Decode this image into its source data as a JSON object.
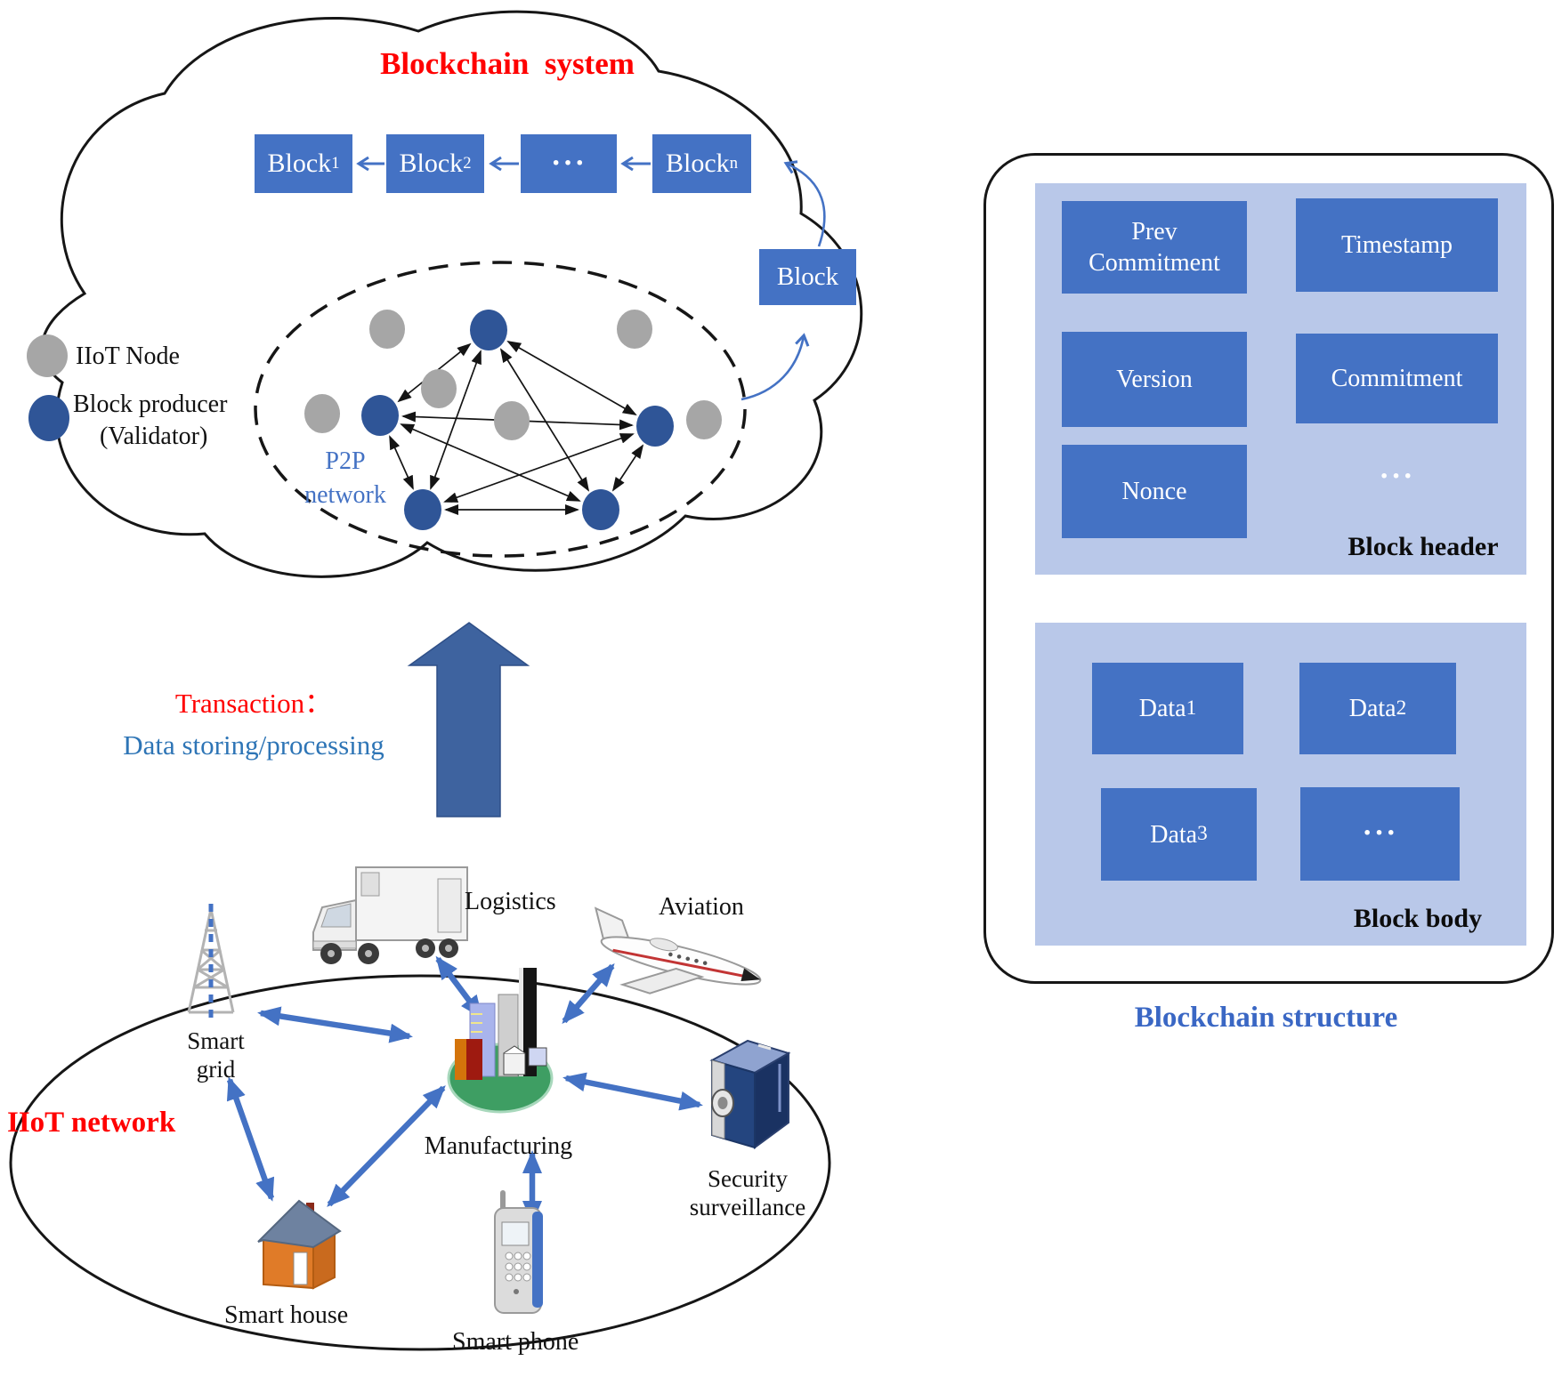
{
  "colors": {
    "accent_blue": "#4472C4",
    "dark_node_blue": "#2F5597",
    "gray_node": "#A6A6A6",
    "panel_light_blue": "#B9C8E9",
    "red_text": "#FF0000",
    "blue_text": "#2E75B6",
    "big_arrow_blue": "#3E639F"
  },
  "icons": {
    "legend_iiot": "gray-node-icon",
    "legend_producer": "blue-node-icon",
    "smart_grid": "transmission-tower-icon",
    "logistics": "truck-icon",
    "aviation": "airplane-icon",
    "manufacturing": "factory-buildings-icon",
    "security": "surveillance-server-icon",
    "smart_house": "house-icon",
    "smart_phone": "mobile-phone-icon"
  },
  "blockchain_system": {
    "title": "Blockchain  system",
    "chain": [
      {
        "base": "Block",
        "sub": "1"
      },
      {
        "base": "Block",
        "sub": "2"
      },
      {
        "base": "···",
        "sub": ""
      },
      {
        "base": "Block",
        "sub": "n"
      }
    ],
    "block_box": "Block",
    "legend": {
      "iiot": "IIoT Node",
      "producer_line1": "Block producer",
      "producer_line2": "(Validator)"
    },
    "p2p_line1": "P2P",
    "p2p_line2": "network"
  },
  "transaction": {
    "line1": "Transaction：",
    "line2": "Data storing/processing"
  },
  "iiot": {
    "title": "IIoT network",
    "labels": {
      "smart_grid_1": "Smart",
      "smart_grid_2": "grid",
      "logistics": "Logistics",
      "aviation": "Aviation",
      "manufacturing": "Manufacturing",
      "security_1": "Security",
      "security_2": "surveillance",
      "smart_house": "Smart house",
      "smart_phone": "Smart phone"
    }
  },
  "structure": {
    "caption": "Blockchain structure",
    "header": {
      "label": "Block header",
      "prev_line1": "Prev",
      "prev_line2": "Commitment",
      "timestamp": "Timestamp",
      "version": "Version",
      "commitment": "Commitment",
      "nonce": "Nonce",
      "ellipsis": "···"
    },
    "body": {
      "label": "Block body",
      "data": [
        {
          "base": "Data",
          "sub": "1"
        },
        {
          "base": "Data",
          "sub": "2"
        },
        {
          "base": "Data",
          "sub": "3"
        }
      ],
      "ellipsis": "···"
    }
  }
}
